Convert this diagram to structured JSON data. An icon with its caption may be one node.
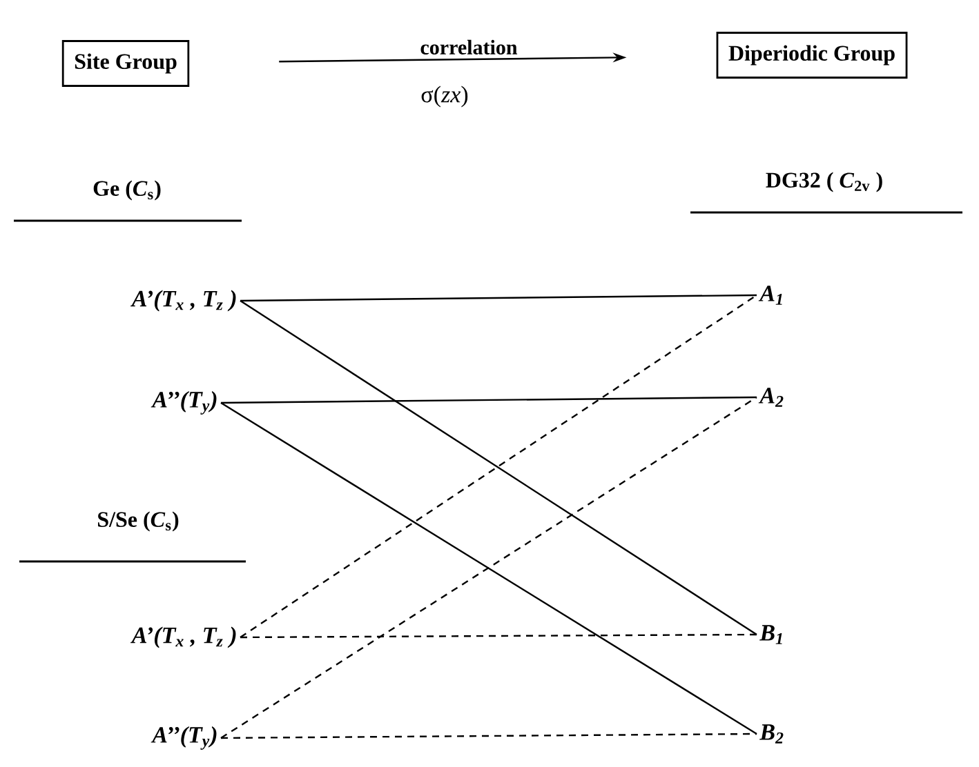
{
  "diagram": {
    "nodes": [
      {
        "text": [
          "Site Group"
        ]
      },
      {
        "text": [
          "Diperiodic Group"
        ]
      },
      {
        "text": [
          "A’(T$_{x}$ , T$_{z}$ )"
        ]
      },
      {
        "text": [
          "A’’(T$_{y}$)"
        ]
      },
      {
        "text": [
          "A’(T$_{x}$ , T$_{z}$ )"
        ]
      },
      {
        "text": [
          "A’’(T$_{y}$)"
        ]
      },
      {
        "text": [
          "A$_{1}$"
        ]
      },
      {
        "text": [
          "A$_{2}$"
        ]
      },
      {
        "text": [
          "B$_{1}$"
        ]
      },
      {
        "text": [
          "B$_{2}$"
        ]
      }
    ],
    "edges": [
      {
        "from": 0,
        "to": 1,
        "arrow": "to",
        "label": "correlation"
      },
      {
        "from": 2,
        "to": 6,
        "arrow": "none"
      },
      {
        "from": 2,
        "to": 8,
        "arrow": "none"
      },
      {
        "from": 3,
        "to": 7,
        "arrow": "none"
      },
      {
        "from": 3,
        "to": 9,
        "arrow": "none"
      },
      {
        "from": 4,
        "to": 6,
        "arrow": "none",
        "style": "dashed"
      },
      {
        "from": 4,
        "to": 8,
        "arrow": "none",
        "style": "dashed"
      },
      {
        "from": 5,
        "to": 7,
        "arrow": "none",
        "style": "dashed"
      },
      {
        "from": 5,
        "to": 9,
        "arrow": "none",
        "style": "dashed"
      }
    ],
    "labels": [
      "σ(*zx*)",
      "Ge (*C*$_{s}$)",
      "DG32 ( *C*$_{2v}$ )",
      "S/Se (*C*$_{s}$)"
    ]
  }
}
